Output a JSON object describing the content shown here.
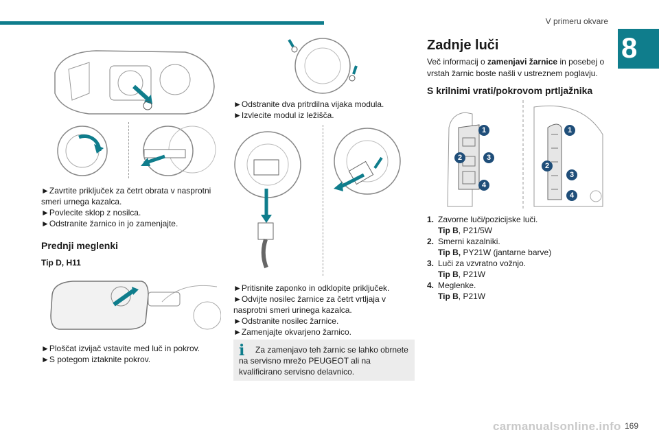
{
  "header": {
    "section_title": "V primeru okvare",
    "chapter_number": "8",
    "page_number": "169"
  },
  "left": {
    "steps_top": [
      "Zavrtite priključek za četrt obrata v nasprotni smeri urnega kazalca.",
      "Povlecite sklop z nosilca.",
      "Odstranite žarnico in jo zamenjajte."
    ],
    "fog_heading": "Prednji meglenki",
    "fog_type": "Tip D, H11",
    "steps_bottom": [
      "Ploščat izvijač vstavite med luč in pokrov.",
      "S potegom iztaknite pokrov."
    ]
  },
  "middle": {
    "steps_top": [
      "Odstranite dva pritrdilna vijaka modula.",
      "Izvlecite modul iz ležišča."
    ],
    "steps_bottom": [
      "Pritisnite zaponko in odklopite priključek.",
      "Odvijte nosilec žarnice za četrt vrtljaja v nasprotni smeri urinega kazalca.",
      "Odstranite nosilec žarnice.",
      "Zamenjajte okvarjeno žarnico."
    ],
    "info_text": "Za zamenjavo teh žarnic se lahko obrnete na servisno mrežo PEUGEOT ali na kvalificirano servisno delavnico.",
    "info_icon": "info-icon"
  },
  "right": {
    "title": "Zadnje luči",
    "intro_pre": "Več informacij o ",
    "intro_bold": "zamenjavi žarnice",
    "intro_post": " in posebej o vrstah žarnic boste našli v ustreznem poglavju.",
    "subheading": "S krilnimi vrati/pokrovom prtljažnika",
    "callouts": [
      "1",
      "2",
      "3",
      "4"
    ],
    "items": [
      {
        "num": "1.",
        "label": "Zavorne luči/pozicijske luči.",
        "type": "Tip B",
        "bulb": ", P21/5W"
      },
      {
        "num": "2.",
        "label": "Smerni kazalniki.",
        "type": "Tip B,",
        "bulb": " PY21W (jantarne barve)"
      },
      {
        "num": "3.",
        "label": "Luči za vzvratno vožnjo.",
        "type": "Tip B",
        "bulb": ", P21W"
      },
      {
        "num": "4.",
        "label": "Meglenke.",
        "type": "Tip B",
        "bulb": ", P21W"
      }
    ]
  },
  "watermark": "carmanualsonline.info",
  "colors": {
    "accent": "#0f7d8c",
    "callout": "#1f4e79"
  }
}
